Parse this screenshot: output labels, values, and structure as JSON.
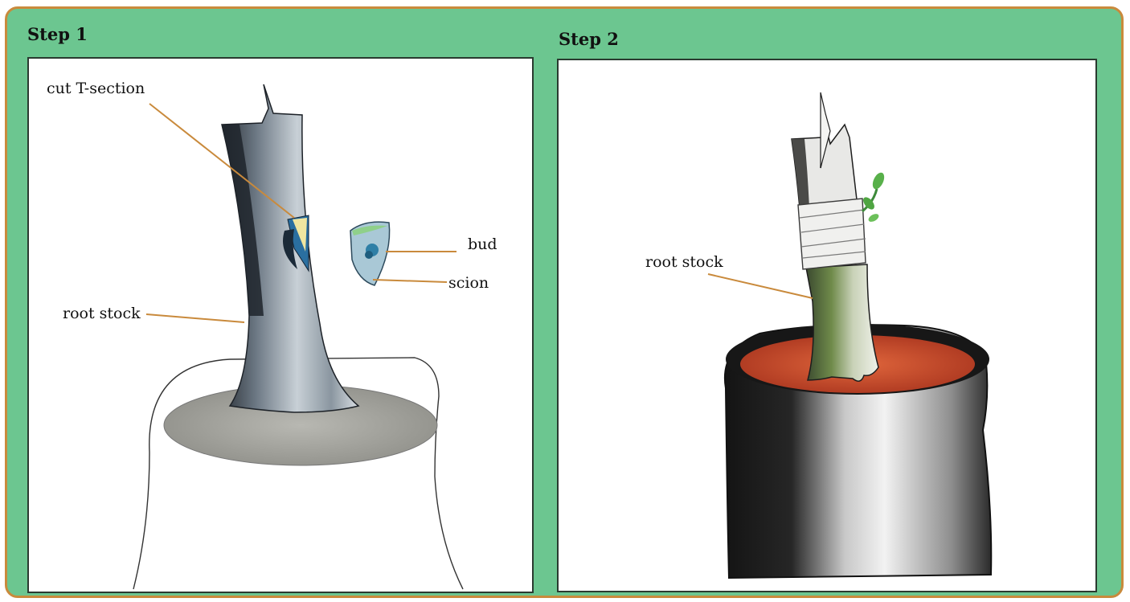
{
  "step1": {
    "title": "Step 1",
    "labels": {
      "cut_t_section": "cut T-section",
      "bud": "bud",
      "scion": "scion",
      "root_stock": "root stock"
    }
  },
  "step2": {
    "title": "Step 2",
    "labels": {
      "root_stock": "root stock"
    }
  },
  "colors": {
    "background_green": "#6cc690",
    "border_orange": "#c98a3c",
    "leader_line": "#c98a3c",
    "soil_red": "#c8452a",
    "pot_black": "#1c1c1c"
  }
}
